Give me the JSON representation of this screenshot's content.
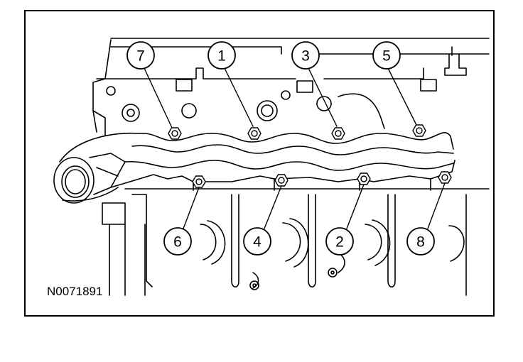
{
  "figure": {
    "id": "N0071891"
  },
  "callouts": [
    {
      "label": "7"
    },
    {
      "label": "1"
    },
    {
      "label": "3"
    },
    {
      "label": "5"
    },
    {
      "label": "6"
    },
    {
      "label": "4"
    },
    {
      "label": "2"
    },
    {
      "label": "8"
    }
  ]
}
